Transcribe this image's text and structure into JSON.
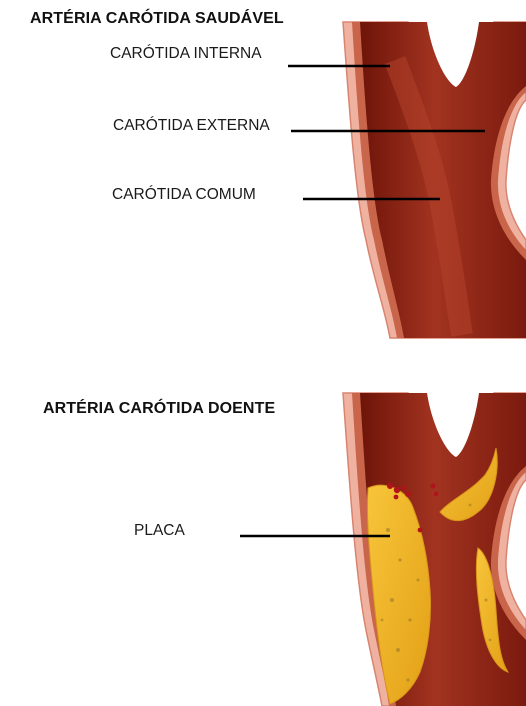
{
  "healthy": {
    "title": "ARTÉRIA CARÓTIDA SAUDÁVEL",
    "labels": {
      "internal": "CARÓTIDA INTERNA",
      "external": "CARÓTIDA EXTERNA",
      "common": "CARÓTIDA COMUM"
    }
  },
  "diseased": {
    "title": "ARTÉRIA CARÓTIDA DOENTE",
    "labels": {
      "plaque": "PLACA"
    }
  },
  "colors": {
    "wall_outer": "#f0b2a0",
    "wall_inner": "#c9654a",
    "lumen": "#9d2b1c",
    "lumen_dark": "#6e1409",
    "plaque": "#f3b21e",
    "plaque_dark": "#a87a15",
    "leader": "#000000"
  }
}
